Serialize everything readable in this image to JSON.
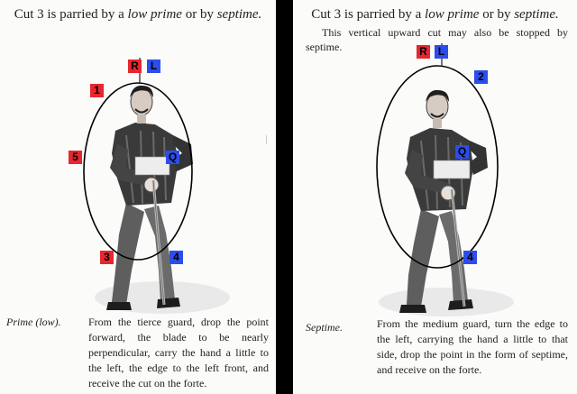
{
  "left_page": {
    "heading_prefix": "Cut 3 is parried by a ",
    "heading_em1": "low prime",
    "heading_mid": " or by ",
    "heading_em2": "septime.",
    "caption_label_main": "Prime",
    "caption_label_paren": "(low).",
    "caption_text": "From the tierce guard, drop the point forward, the blade to be nearly perpendicular, carry the hand a little to the left, the edge to the left front, and receive the cut on the forte.",
    "markers": {
      "r": "R",
      "l": "L",
      "one": "1",
      "five": "5",
      "q": "Q",
      "three": "3",
      "four": "4"
    }
  },
  "right_page": {
    "heading_prefix": "Cut 3 is parried by a ",
    "heading_em1": "low prime",
    "heading_mid": " or by ",
    "heading_em2": "septime.",
    "subtext": "This vertical upward cut may also be stopped by septime.",
    "caption_label": "Septime.",
    "caption_text": "From the medium guard, turn the edge to the left, carrying the hand a little to that side, drop the point in the form of septime, and receive on the forte.",
    "markers": {
      "r": "R",
      "l": "L",
      "two": "2",
      "q": "Q",
      "four": "4"
    }
  },
  "colors": {
    "red_marker": "#e8262e",
    "blue_marker": "#2c4dee",
    "page_bg": "#fbfbf9",
    "gutter": "#000000"
  }
}
